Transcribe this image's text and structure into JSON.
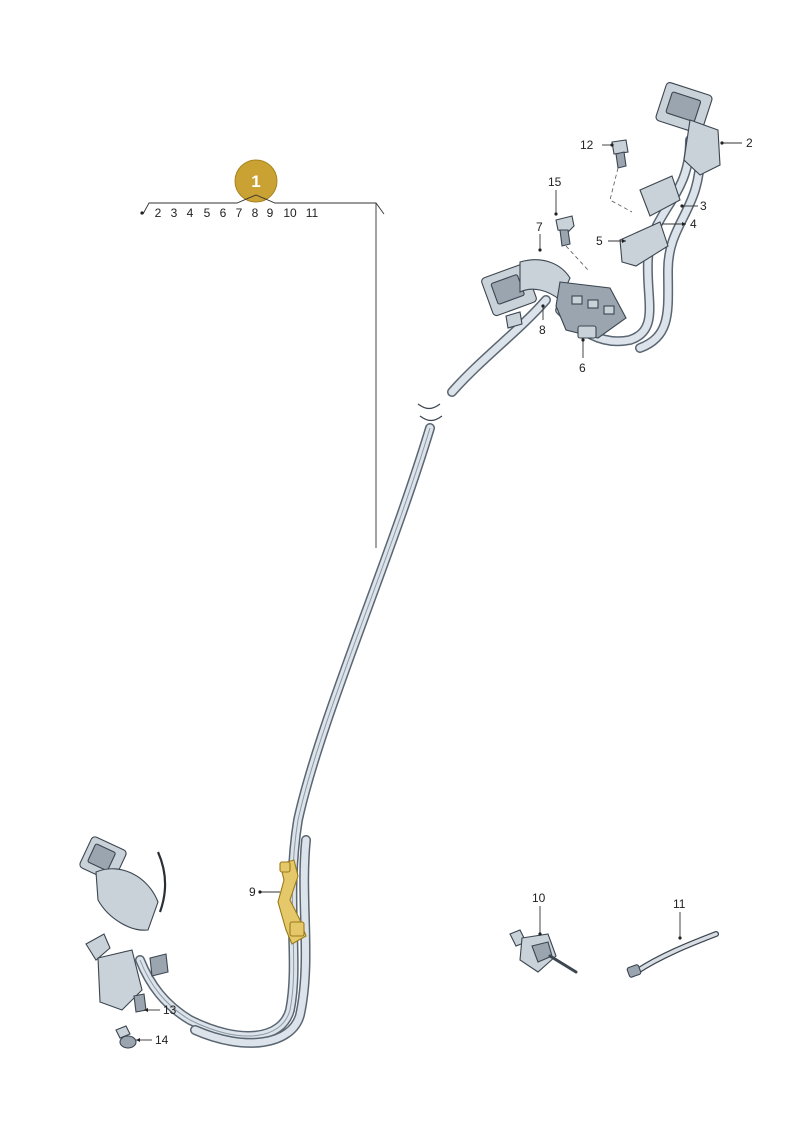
{
  "badge": {
    "number": "1",
    "color": "#c9a233"
  },
  "group_items": [
    "2",
    "3",
    "4",
    "5",
    "6",
    "7",
    "8",
    "9",
    "10",
    "11"
  ],
  "callouts": {
    "c2": "2",
    "c3": "3",
    "c4": "4",
    "c5": "5",
    "c6": "6",
    "c7": "7",
    "c8": "8",
    "c9": "9",
    "c10": "10",
    "c11": "11",
    "c12": "12",
    "c13": "13",
    "c14": "14",
    "c15": "15"
  },
  "colors": {
    "highlight_part": "#e4c86a",
    "part_fill": "#c9d1d9",
    "outline": "#3c4650"
  }
}
